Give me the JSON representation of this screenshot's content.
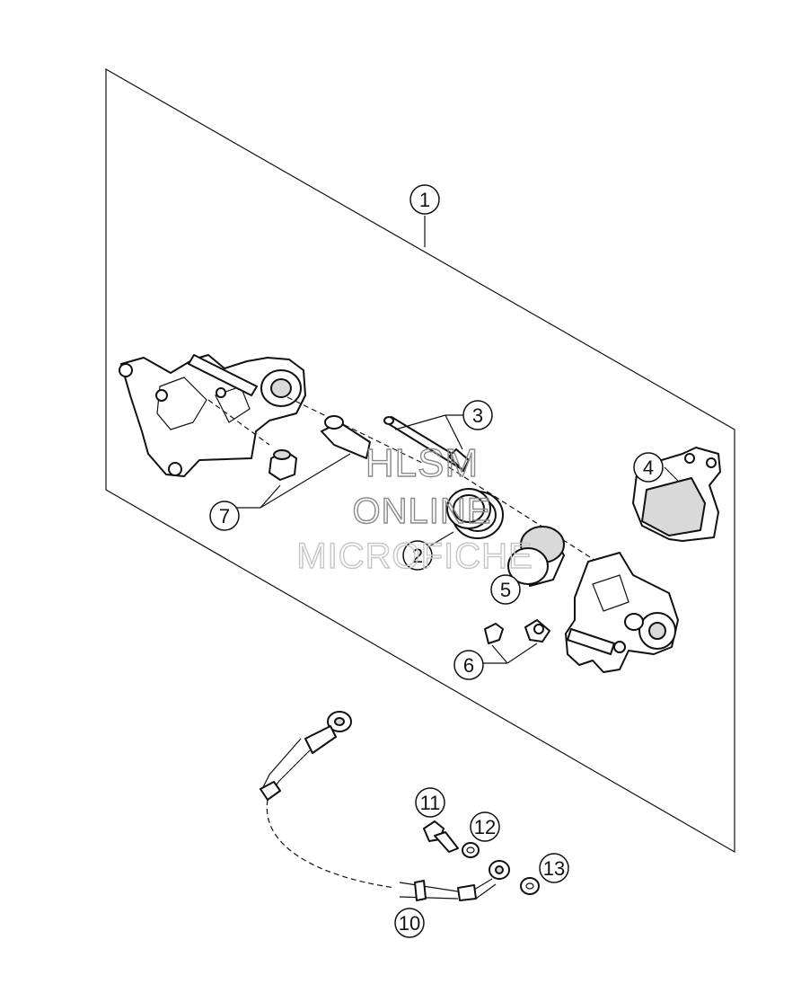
{
  "callouts": {
    "c1": "1",
    "c2": "2",
    "c3": "3",
    "c4": "4",
    "c5": "5",
    "c6": "6",
    "c7": "7",
    "c10": "10",
    "c11": "11",
    "c12": "12",
    "c13": "13"
  },
  "watermark": {
    "line1": "HLSM",
    "line2": "ONLINE",
    "line3": "MICROFICHE"
  }
}
